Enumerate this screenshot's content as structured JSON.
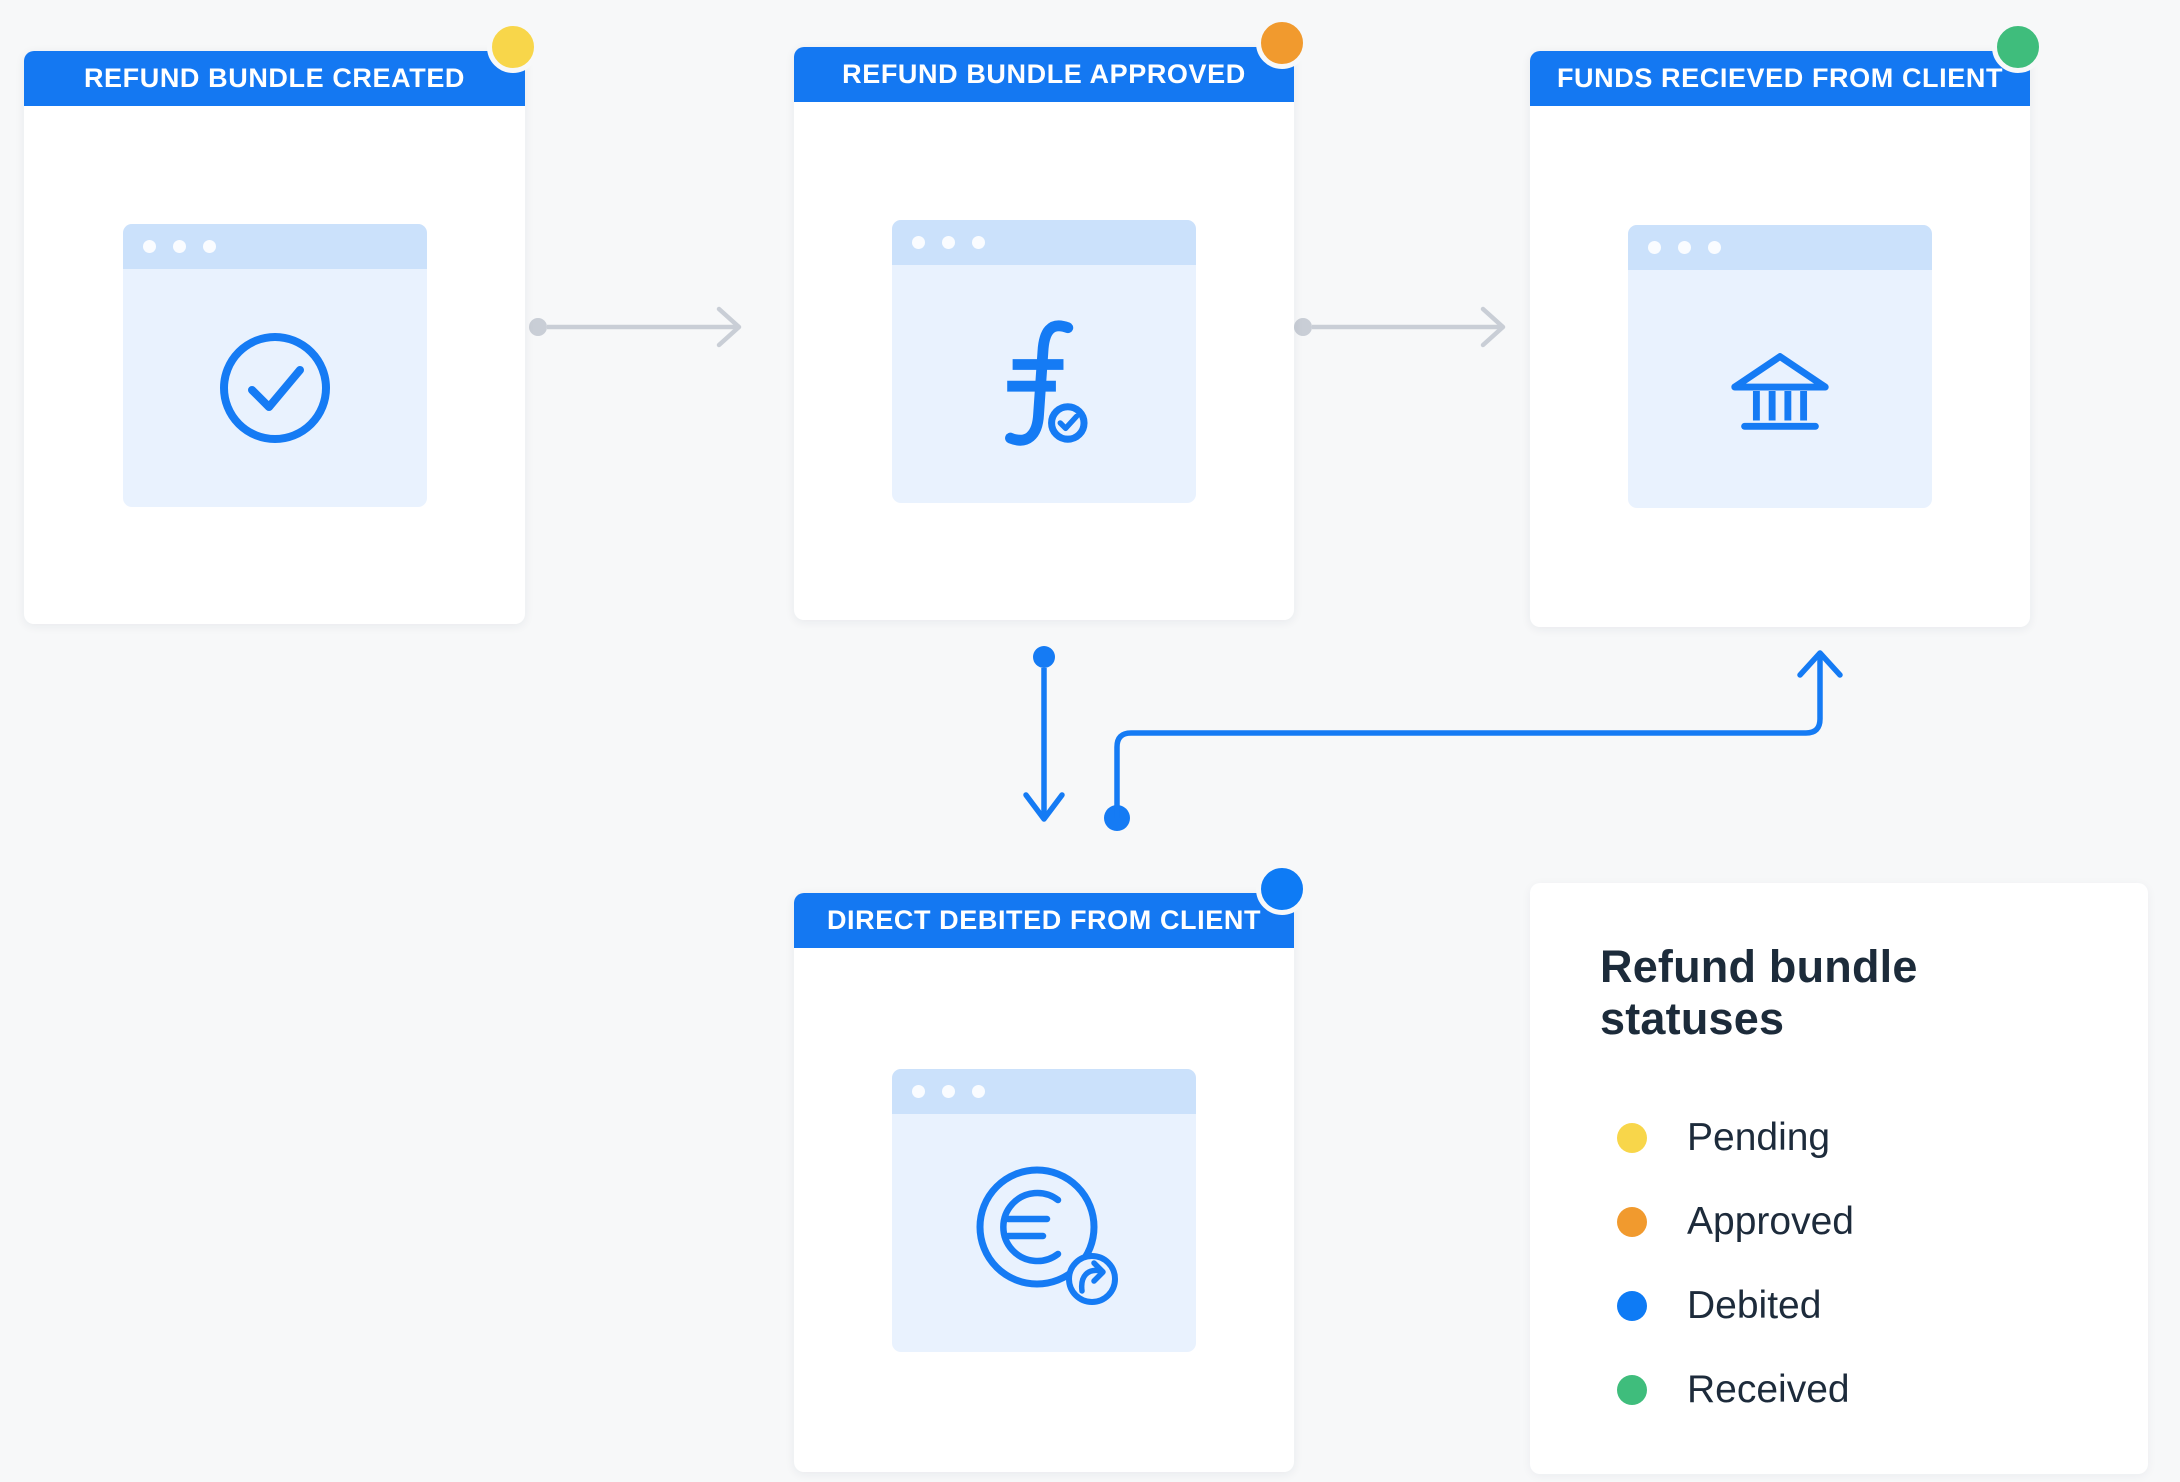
{
  "diagram": {
    "cards": [
      {
        "title": "REFUND BUNDLE CREATED",
        "status": "Pending",
        "dot_color": "#F8D64A",
        "icon": "check-circle-icon"
      },
      {
        "title": "REFUND BUNDLE APPROVED",
        "status": "Approved",
        "dot_color": "#F19A2E",
        "icon": "flanks-approved-icon"
      },
      {
        "title": "FUNDS RECIEVED FROM CLIENT",
        "status": "Received",
        "dot_color": "#3FBD7C",
        "icon": "bank-icon"
      },
      {
        "title": "DIRECT DEBITED FROM CLIENT",
        "status": "Debited",
        "dot_color": "#0E7BF5",
        "icon": "euro-debit-icon"
      }
    ],
    "edges": [
      {
        "from": "REFUND BUNDLE CREATED",
        "to": "REFUND BUNDLE APPROVED",
        "style": "gray-arrow"
      },
      {
        "from": "REFUND BUNDLE APPROVED",
        "to": "FUNDS RECIEVED FROM CLIENT",
        "style": "gray-arrow"
      },
      {
        "from": "REFUND BUNDLE APPROVED",
        "to": "DIRECT DEBITED FROM CLIENT",
        "style": "blue-arrow"
      },
      {
        "from": "DIRECT DEBITED FROM CLIENT",
        "to": "FUNDS RECIEVED FROM CLIENT",
        "style": "blue-elbow-arrow"
      }
    ]
  },
  "legend": {
    "title": "Refund bundle statuses",
    "items": [
      {
        "label": "Pending",
        "color": "#F8D64A"
      },
      {
        "label": "Approved",
        "color": "#F19A2E"
      },
      {
        "label": "Debited",
        "color": "#0E7BF5"
      },
      {
        "label": "Received",
        "color": "#3FBD7C"
      }
    ]
  },
  "colors": {
    "brand_blue": "#1478F2",
    "icon_blue": "#157BF4",
    "browser_titlebar": "#CBE1FB",
    "browser_body": "#E9F2FE",
    "gray_connector": "#C9CED6",
    "card_background": "#FFFFFF",
    "page_background": "#F7F8F9",
    "text_dark": "#1C2B3A"
  }
}
